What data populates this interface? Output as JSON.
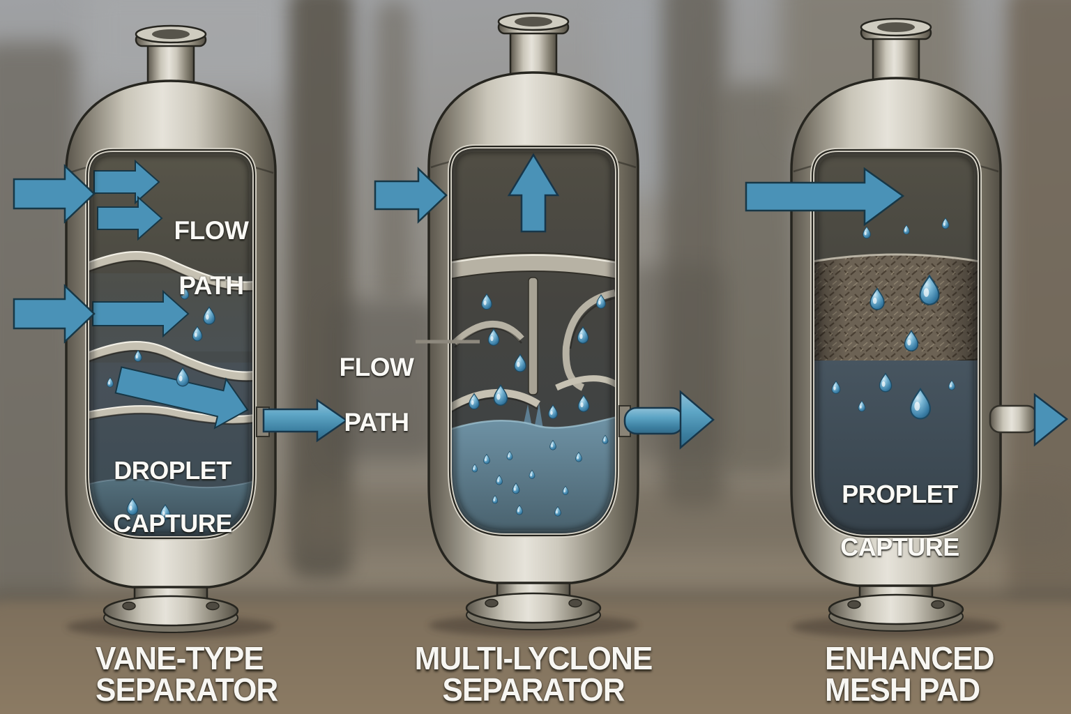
{
  "illustration": {
    "kind": "cutaway-separator-comparison",
    "panels": [
      {
        "id": "vane-type-separator",
        "caption_line1": "VANE-TYPE",
        "caption_line2": "SEPARATOR",
        "labels": {
          "flow_path_line1": "FLOW",
          "flow_path_line2": "PATH",
          "capture_line1": "DROPLET",
          "capture_line2": "CAPTURE"
        }
      },
      {
        "id": "multi-cyclone-separator",
        "caption_line1": "MULTI-LYCLONE",
        "caption_line2": "SEPARATOR",
        "labels": {
          "flow_path_line1": "FLOW",
          "flow_path_line2": "PATH"
        }
      },
      {
        "id": "enhanced-mesh-pad",
        "caption_line1": "ENHANCED",
        "caption_line2": "MESH PAD",
        "labels": {
          "capture_line1": "PROPLET",
          "capture_line2": "CAPTURE"
        }
      }
    ],
    "colors": {
      "arrow_blue": "#4a92b7",
      "droplet_blue": "#5aa0c4",
      "liquid_pool": "#6f93a6",
      "vessel_metal_light": "#e6e3da",
      "vessel_metal_dark": "#524e45",
      "interior_dark": "#45443e",
      "mesh_pad_brown": "#6c6254",
      "label_white": "#f7f6f2"
    }
  }
}
